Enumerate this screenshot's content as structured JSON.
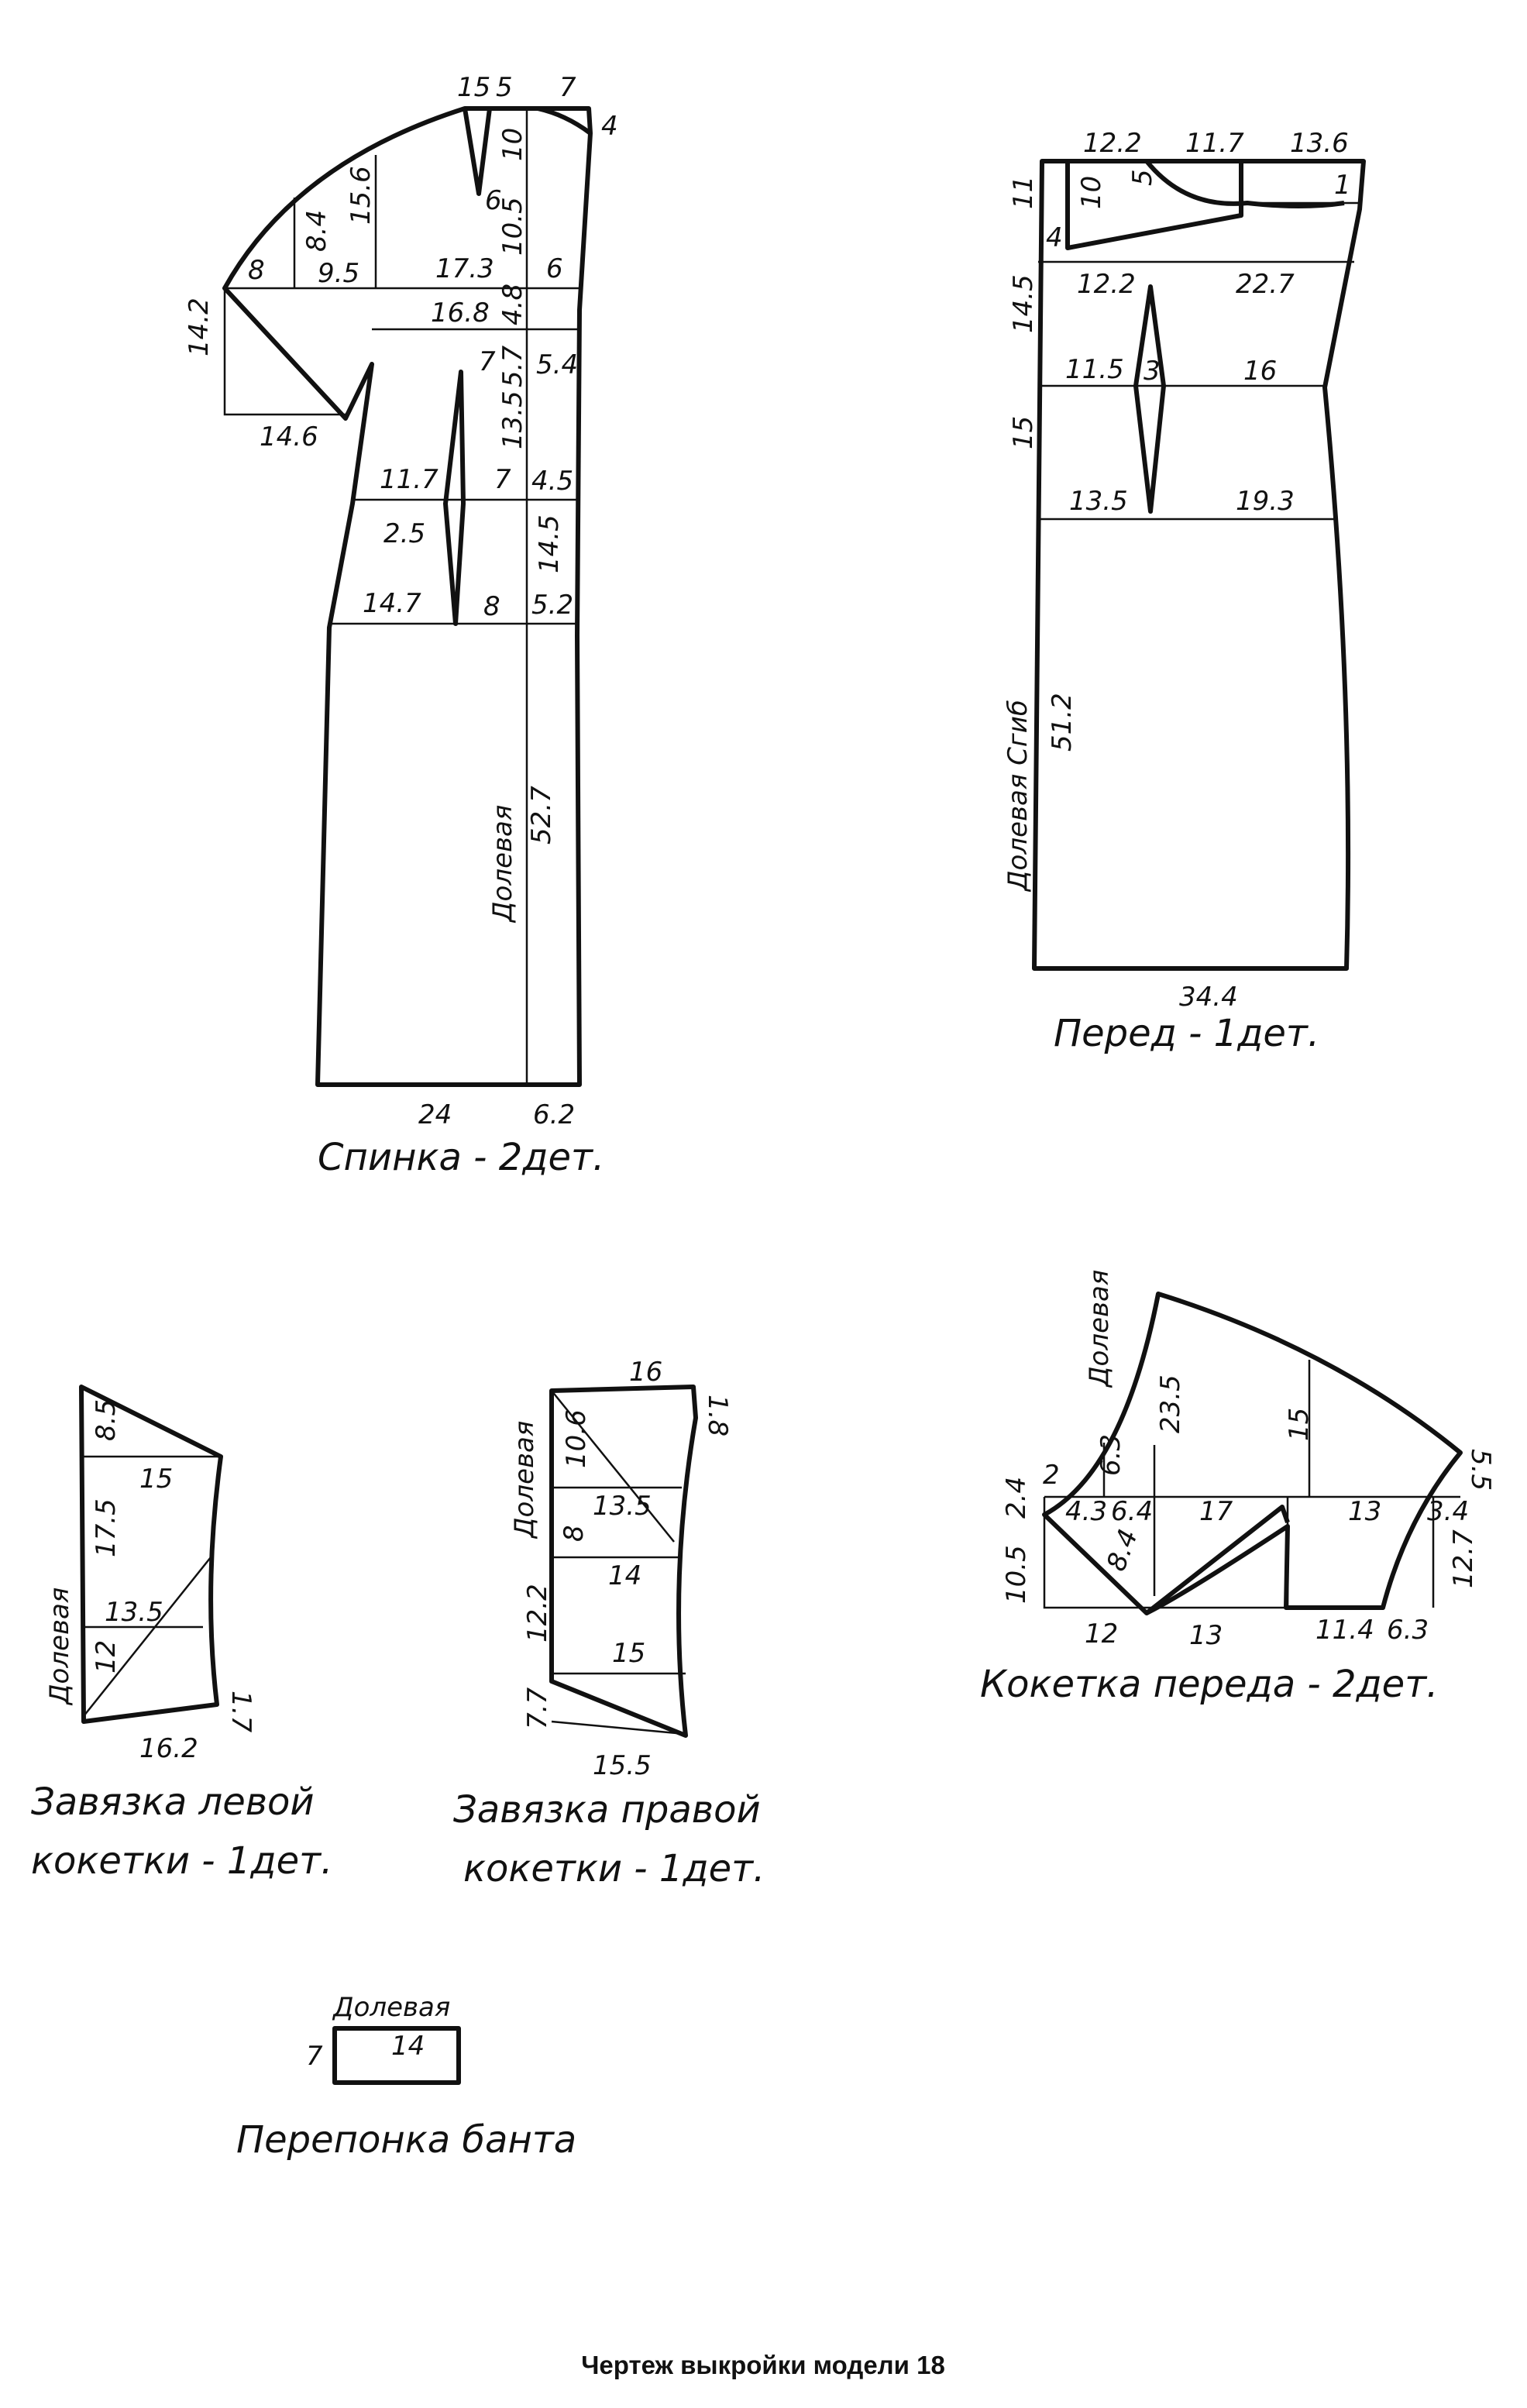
{
  "caption": "Чертеж выкройки модели 18",
  "back": {
    "title": "Спинка - 2дет.",
    "grain": "Долевая",
    "labels": [
      "15",
      "5",
      "7",
      "4",
      "10",
      "6",
      "10.5",
      "15.6",
      "8.4",
      "8",
      "9.5",
      "17.3",
      "6",
      "14.2",
      "14.6",
      "16.8",
      "4.8",
      "7",
      "5.7",
      "5.4",
      "13.5",
      "11.7",
      "7",
      "4.5",
      "2.5",
      "14.5",
      "14.7",
      "8",
      "5.2",
      "52.7",
      "24",
      "6.2"
    ]
  },
  "front": {
    "title": "Перед - 1дет.",
    "grain": "Долевая Сгиб",
    "labels": [
      "12.2",
      "11.7",
      "13.6",
      "11",
      "10",
      "5",
      "1",
      "4",
      "14.5",
      "12.2",
      "22.7",
      "11.5",
      "3",
      "16",
      "15",
      "13.5",
      "19.3",
      "51.2",
      "34.4"
    ]
  },
  "left_tie": {
    "title_line1": "Завязка левой",
    "title_line2": "кокетки - 1дет.",
    "grain": "Долевая",
    "labels": [
      "8.5",
      "15",
      "17.5",
      "13.5",
      "12",
      "16.2",
      "1.7"
    ]
  },
  "right_tie": {
    "title_line1": "Завязка правой",
    "title_line2": "кокетки - 1дет.",
    "grain": "Долевая",
    "labels": [
      "16",
      "1.8",
      "10.6",
      "13.5",
      "8",
      "14",
      "12.2",
      "15",
      "7.7",
      "15.5"
    ]
  },
  "yoke": {
    "title": "Кокетка переда - 2дет.",
    "grain": "Долевая",
    "labels": [
      "23.5",
      "15",
      "5.5",
      "2",
      "2.4",
      "4.3",
      "6.3",
      "6.4",
      "17",
      "13",
      "3.4",
      "10.5",
      "8.4",
      "12.7",
      "12",
      "13",
      "11.4",
      "6.3"
    ]
  },
  "bow": {
    "title": "Перепонка банта",
    "grain": "Долевая",
    "labels": [
      "14",
      "7"
    ]
  }
}
